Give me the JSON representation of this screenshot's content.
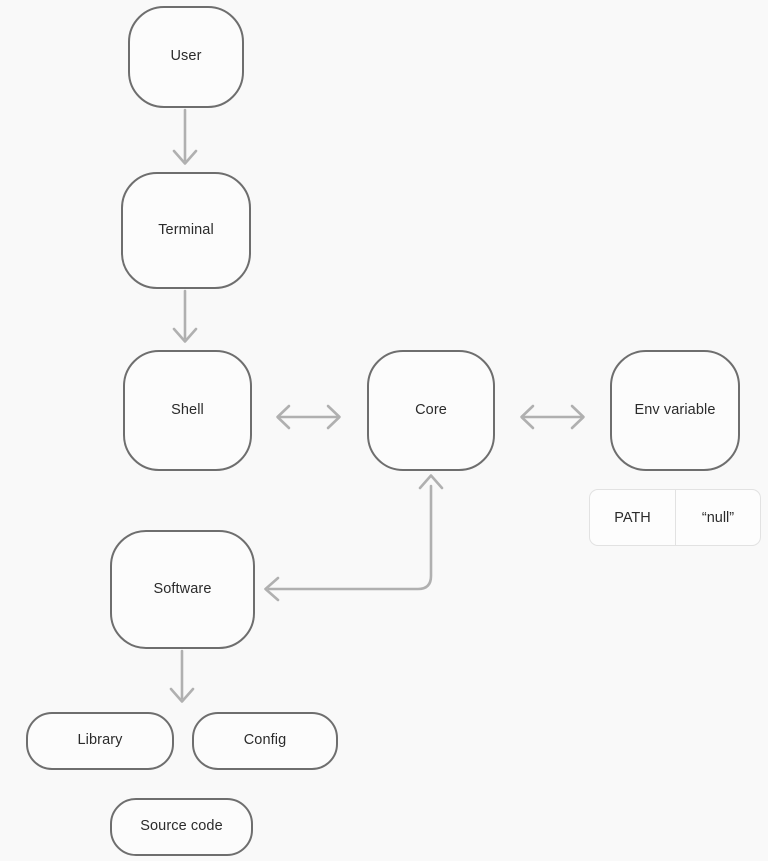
{
  "diagram": {
    "type": "flowchart",
    "background_color": "#f9f9f9",
    "node_border_color": "#6e6e6e",
    "edge_color": "#b0b0b0",
    "text_color": "#2b2b2b",
    "nodes": [
      {
        "id": "user",
        "label": "User"
      },
      {
        "id": "terminal",
        "label": "Terminal"
      },
      {
        "id": "shell",
        "label": "Shell"
      },
      {
        "id": "core",
        "label": "Core"
      },
      {
        "id": "envvar",
        "label": "Env variable"
      },
      {
        "id": "software",
        "label": "Software"
      },
      {
        "id": "library",
        "label": "Library"
      },
      {
        "id": "config",
        "label": "Config"
      },
      {
        "id": "source",
        "label": "Source code"
      }
    ],
    "env_table": {
      "key": "PATH",
      "value": "“null”"
    },
    "edges": [
      {
        "from": "user",
        "to": "terminal",
        "direction": "down",
        "arrow": "single"
      },
      {
        "from": "terminal",
        "to": "shell",
        "direction": "down",
        "arrow": "single"
      },
      {
        "from": "shell",
        "to": "core",
        "direction": "horizontal",
        "arrow": "double"
      },
      {
        "from": "core",
        "to": "envvar",
        "direction": "horizontal",
        "arrow": "double"
      },
      {
        "from": "core",
        "to": "software",
        "direction": "elbow",
        "arrow": "double"
      },
      {
        "from": "software",
        "to": "library",
        "direction": "down",
        "arrow": "single"
      }
    ]
  }
}
